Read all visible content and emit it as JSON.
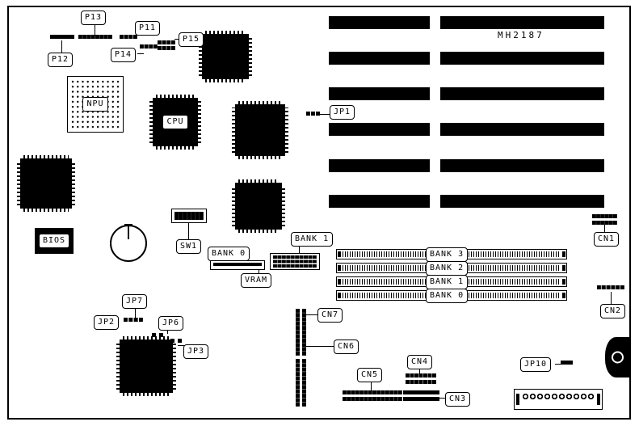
{
  "diagram": {
    "model_number": "MH2187",
    "chips": {
      "npu": "NPU",
      "cpu": "CPU",
      "bios": "BIOS"
    },
    "callouts": {
      "p11": "P11",
      "p12": "P12",
      "p13": "P13",
      "p14": "P14",
      "p15": "P15",
      "jp1": "JP1",
      "jp2": "JP2",
      "jp3": "JP3",
      "jp6": "JP6",
      "jp7": "JP7",
      "jp10": "JP10",
      "cn1": "CN1",
      "cn2": "CN2",
      "cn3": "CN3",
      "cn4": "CN4",
      "cn5": "CN5",
      "cn6": "CN6",
      "cn7": "CN7",
      "sw1": "SW1",
      "vram": "VRAM",
      "vram_bank0": "BANK 0",
      "vram_bank1": "BANK 1"
    },
    "simm_banks": [
      "BANK 3",
      "BANK 2",
      "BANK 1",
      "BANK 0"
    ]
  }
}
